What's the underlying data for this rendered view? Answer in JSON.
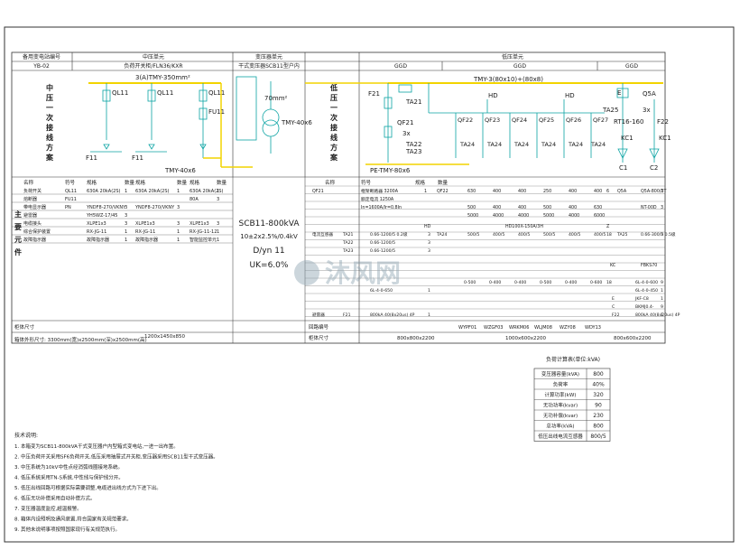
{
  "colors": {
    "frame": "#1a1a1a",
    "bus": "#f2d400",
    "devices": "#0aa3a3",
    "watermark": "#8fa6b3",
    "sheet_border": "#3a3a3a"
  },
  "header": {
    "left_label": "备用变电站编号",
    "left_code": "YB-02",
    "hv_section": "中压单元",
    "hv_equip": "负荷开关柜/FLN36/KXR",
    "hv_cable": "3(A)TMY-350mm²",
    "tr_section": "变压器单元",
    "tr_equip": "干式变压器SCB11型户内",
    "lv_section": "低压单元",
    "lv_cabinet_1": "GGD",
    "lv_cabinet_2": "GGD",
    "lv_cabinet_3": "GGD",
    "lv_bus": "TMY-3(80x10)+(80x8)"
  },
  "vertical_labels": {
    "hv_scheme": "中压一次接线方案",
    "lv_scheme": "低压一次接线方案",
    "main_components": "主要元件"
  },
  "hv_diagram": {
    "ql_1": "QL11",
    "ql_2": "QL11",
    "ql_3": "QL11",
    "fu": "FU11",
    "fu_lower_1": "F11",
    "fu_lower_2": "F11",
    "bus_label": "TMY-40x6"
  },
  "transformer": {
    "cable": "70mm²",
    "bus": "TMY-40x6"
  },
  "lv_diagram": {
    "f21": "F21",
    "ta21": "TA21",
    "qf21": "QF21",
    "ta22": "TA22",
    "ta23": "TA23",
    "pe_bus": "PE-TMY-80x6",
    "hd_1": "HD",
    "hd_2": "HD",
    "qf22": "QF22",
    "qf23": "QF23",
    "qf24": "QF24",
    "qf25": "QF25",
    "qf26": "QF26",
    "qf27": "QF27",
    "ta24_a": "TA24",
    "ta24_b": "TA24",
    "ta24_c": "TA24",
    "ta24_d": "TA24",
    "ta24_e": "TA24",
    "ta24_f": "TA24",
    "e_label": "E",
    "q5a": "Q5A",
    "ta25": "TA25",
    "rt_label": "RT16-160",
    "kc1_a": "KC1",
    "kc1_b": "KC1",
    "f22": "F22",
    "c1": "C1",
    "c2": "C2",
    "x3a": "3x",
    "x3b": "3x"
  },
  "transformer_spec": {
    "model": "SCB11-800kVA",
    "ratio": "10±2x2.5%/0.4kV",
    "vector": "D/yn 11",
    "uk": "UK=6.0%"
  },
  "hv_table": {
    "headers": [
      "名称",
      "符号",
      "规格",
      "数量",
      "规格",
      "数量",
      "规格",
      "数量"
    ],
    "rows": [
      [
        "负荷开关",
        "QL11",
        "630A 20kA(2S)",
        "1",
        "630A 20kA(2S)",
        "1",
        "630A 20kA(2S)",
        "1"
      ],
      [
        "熔断器",
        "FU11",
        "",
        "",
        "",
        "",
        "80A",
        "3"
      ],
      [
        "带电显示器",
        "PN",
        "YNDF8-270/VKNY",
        "3",
        "YNDF8-270/VKNY",
        "3",
        "",
        ""
      ],
      [
        "避雷器",
        "",
        "YH5WZ-17/45",
        "3",
        "",
        "",
        "",
        ""
      ],
      [
        "电缆接头",
        "",
        "XLPE1x3",
        "3",
        "XLPE1x3",
        "3",
        "XLPE1x3",
        "3"
      ],
      [
        "综合保护装置",
        "",
        "RX-JG-11",
        "1",
        "RX-JG-11",
        "1",
        "RX-JG-11-12",
        "1"
      ],
      [
        "故障指示器",
        "",
        "故障指示器",
        "1",
        "故障指示器",
        "1",
        "智能监控单元",
        "1"
      ]
    ],
    "cabinet_size_label": "柜体尺寸",
    "size_value": "1200x1450x850",
    "footer": "箱体外形尺寸: 3300mm(宽)x2500mm(深)x2500mm(高)"
  },
  "lv_table": {
    "col_headers": [
      "名称",
      "符号",
      "规格",
      "数量"
    ],
    "breaker_rows": [
      [
        "QF21",
        "框架断路器 3200A",
        "1",
        "QF22",
        "630",
        "400",
        "400",
        "250",
        "400",
        "400",
        "6",
        "Q5A",
        "Q5A-800/3T",
        "1"
      ],
      [
        "",
        "额定电流 1250A",
        "",
        "",
        "",
        "",
        "",
        "",
        "",
        "",
        "",
        "",
        "",
        ""
      ],
      [
        "",
        "In=1600A/Ir=0.8In",
        "",
        "",
        "500",
        "400",
        "400",
        "500",
        "400",
        "630",
        "",
        "",
        "NT-00D",
        "3"
      ],
      [
        "",
        "",
        "",
        "",
        "5000",
        "4000",
        "4000",
        "5000",
        "4000",
        "6000",
        "",
        "",
        "",
        ""
      ]
    ],
    "ct_rows": [
      [
        "电流互感器",
        "TA21",
        "0.66-1200/5 0.2级",
        "3",
        "TA24",
        "500/5",
        "400/5",
        "400/5",
        "500/5",
        "400/5",
        "400/5",
        "18",
        "TA25",
        "0.66-300/5 0.5级",
        "3"
      ],
      [
        "",
        "TA22",
        "0.66-1200/5",
        "3",
        "",
        "",
        "",
        "",
        "",
        "",
        "",
        "",
        "",
        "",
        ""
      ],
      [
        "",
        "TA23",
        "0.66-1200/5",
        "3",
        "",
        "",
        "",
        "",
        "",
        "",
        "",
        "",
        "",
        "",
        ""
      ]
    ],
    "hd_row": [
      "",
      "HD",
      "HD100X-150A/3H",
      "",
      "",
      "Z"
    ],
    "kc_label": "KC",
    "kc_value": "FBKS70",
    "cap_rows": [
      [
        "",
        "",
        "",
        "",
        "0-500",
        "0-400",
        "0-400",
        "0-500",
        "0-400",
        "0-600",
        "18",
        "",
        "6L-4-0-600",
        "9"
      ],
      [
        "",
        "",
        "6L-4-0-650",
        "1",
        "",
        "",
        "",
        "",
        "",
        "",
        "",
        "",
        "6L-4-0-450",
        "1"
      ],
      [
        "",
        "",
        "",
        "",
        "",
        "",
        "",
        "",
        "",
        "",
        "",
        "E",
        "JKF-C8",
        "1"
      ],
      [
        "",
        "",
        "",
        "",
        "",
        "",
        "",
        "",
        "",
        "",
        "",
        "C",
        "BKMJ0.4-",
        "9"
      ],
      [
        "避雷器",
        "F21",
        "800kA 40(8x20us) 4P",
        "1",
        "",
        "",
        "",
        "",
        "",
        "",
        "",
        "F22",
        "800kA 40(8x20us) 4P",
        "1"
      ]
    ],
    "circuit_names": [
      "WYPF01",
      "WZGF03",
      "WRKM06",
      "WLJM08",
      "WZY08",
      "WDY13"
    ],
    "size_left": "800x800x2200",
    "size_mid": "1000x600x2200",
    "size_right": "800x600x2200",
    "cabinet_size_label": "柜体尺寸",
    "circuit_label": "回路编号"
  },
  "load_table": {
    "title": "负荷计算表(单位:kVA)",
    "rows": [
      [
        "变压器容量(kVA)",
        "800"
      ],
      [
        "负荷率",
        "40%"
      ],
      [
        "计算功率(kW)",
        "320"
      ],
      [
        "无功功率(kvar)",
        "90"
      ],
      [
        "无功补偿(kvar)",
        "230"
      ],
      [
        "总功率(kVA)",
        "800"
      ],
      [
        "低压出线电流互感器",
        "800/5"
      ]
    ]
  },
  "notes": {
    "title": "技术说明:",
    "items": [
      "1. 本箱变为SCB11-800kVA干式变压器户内型箱式变电站,一进一出布置。",
      "2. 中压负荷开关采用SF6负荷开关,低压采用抽屉式开关柜,变压器采用SCB11型干式变压器。",
      "3. 中压系统为10kV中性点经消弧线圈接地系统。",
      "4. 低压系统采用TN-S系统,中性线与保护线分开。",
      "5. 低压出线回路可根据实际需要调整,电缆进出线方式为下进下出。",
      "6. 低压无功补偿采用自动补偿方式。",
      "7. 变压器温度监控,超温报警。",
      "8. 箱体内设照明及通风装置,符合国家有关规范要求。",
      "9. 其他未说明事项按照国家现行有关规范执行。"
    ]
  },
  "watermark": {
    "text": "沐风网"
  }
}
